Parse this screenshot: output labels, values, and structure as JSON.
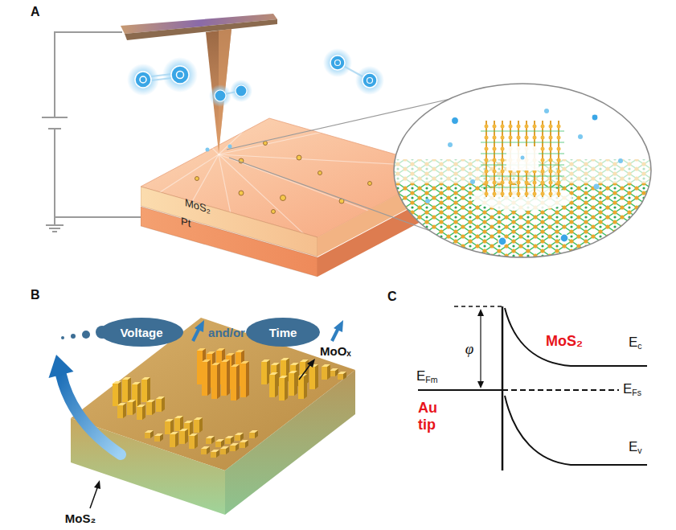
{
  "diagram": {
    "nodes": [
      {
        "text": [
          "MoS₂"
        ]
      },
      {
        "text": [
          "Pt"
        ]
      },
      {
        "text": [
          "Voltage"
        ]
      },
      {
        "text": [
          "Time"
        ]
      }
    ],
    "labels": [
      "A",
      "B",
      "and/or",
      "MoOₓ",
      "MoS₂",
      "C",
      "φ",
      "EFm",
      "MoS₂",
      "EFs",
      "Ec",
      "Au tip",
      "Ev"
    ]
  }
}
